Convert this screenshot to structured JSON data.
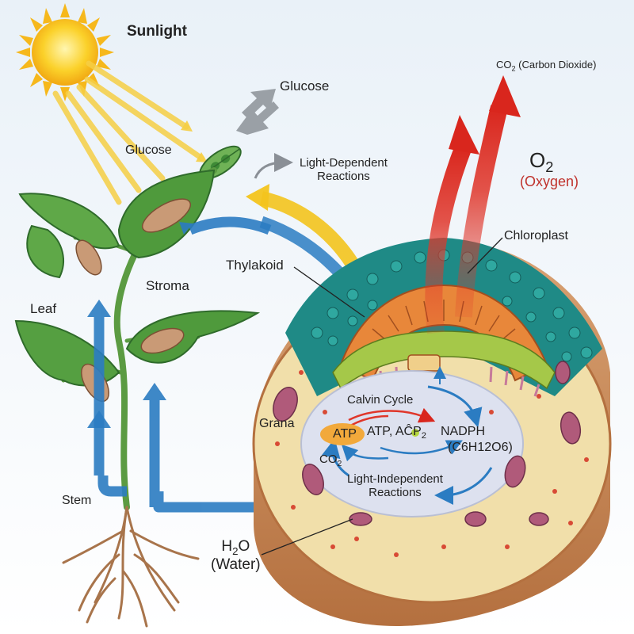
{
  "labels": {
    "sunlight": "Sunlight",
    "glucose_top": "Glucose",
    "glucose_mid": "Glucose",
    "light_dependent_l1": "Light-Dependent",
    "light_dependent_l2": "Reactions",
    "co2_prefix": "CO",
    "co2_sub": "2",
    "co2_suffix": " (Carbon Dioxide)",
    "o2_main": "O",
    "o2_sub": "2",
    "oxygen": "(Oxygen)",
    "chloroplast": "Chloroplast",
    "thylakoid": "Thylakoid",
    "stroma": "Stroma",
    "leaf": "Leaf",
    "grana": "Grana",
    "calvin_cycle": "Calvin Cycle",
    "atp_badge": "ATP",
    "atp_adp": "ATP, AĈP",
    "atp_adp_sub": "2",
    "nadph": "NADPH",
    "glucose_formula": "(C6H12O6)",
    "co2_cycle_main": "CO",
    "co2_cycle_sub": "2",
    "light_independent_l1": "Light-Independent",
    "light_independent_l2": "Reactions",
    "stem": "Stem",
    "h2o_main": "H",
    "h2o_sub": "2",
    "h2o_end": "O",
    "water": "(Water)"
  },
  "colors": {
    "sun": "#f7c31a",
    "sunlight_ray": "#f6cf45",
    "water_arrow": "#2b7cc2",
    "oxygen_arrow": "#e0362a",
    "leaf": "#4f9a3c",
    "stroma": "#dde1ef",
    "cell_wall": "#c98b5a",
    "oxygen_text": "#c0322c"
  }
}
